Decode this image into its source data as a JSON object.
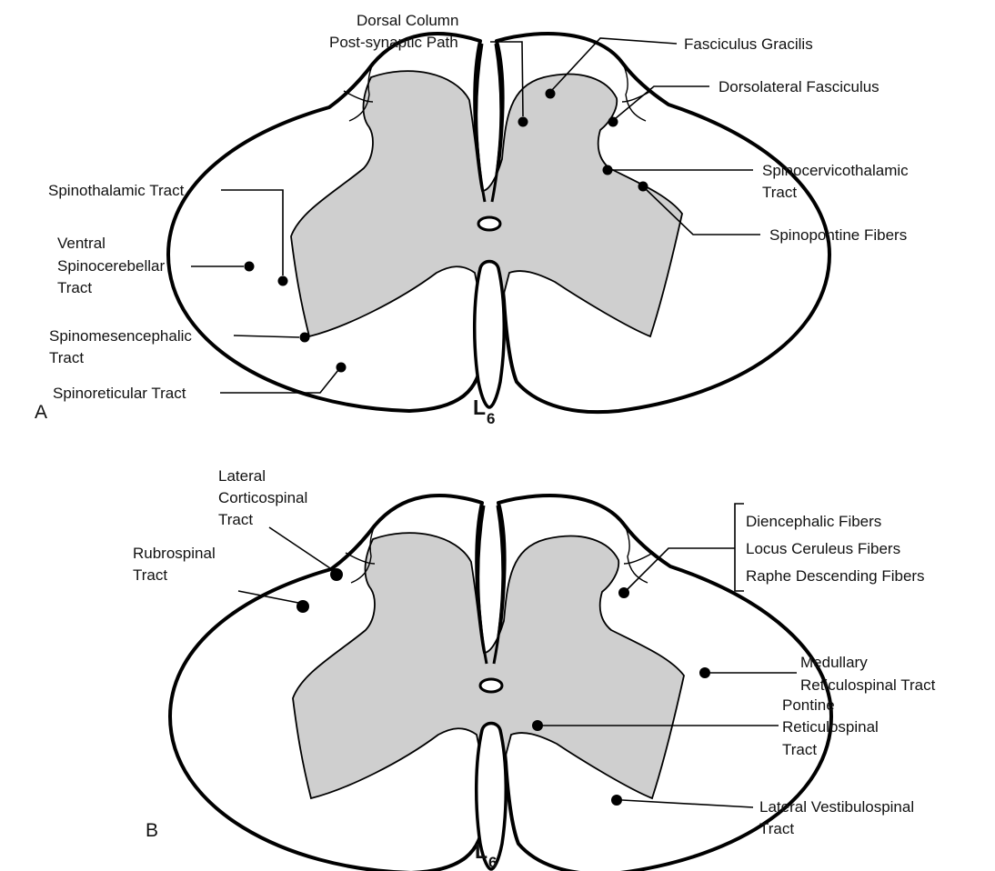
{
  "panel_a": {
    "letter": "A",
    "segment": {
      "main": "L",
      "sub": "6"
    },
    "labels": {
      "dorsal_column_1": "Dorsal Column",
      "dorsal_column_2": "Post-synaptic Path",
      "fasciculus_gracilis": "Fasciculus Gracilis",
      "dorsolateral_fasciculus": "Dorsolateral Fasciculus",
      "spinocervicothalamic_1": "Spinocervicothalamic",
      "spinocervicothalamic_2": "Tract",
      "spinopontine": "Spinopontine Fibers",
      "spinothalamic": "Spinothalamic Tract",
      "ventral_spinocerebellar_1": "Ventral",
      "ventral_spinocerebellar_2": "Spinocerebellar",
      "ventral_spinocerebellar_3": "Tract",
      "spinomesencephalic_1": "Spinomesencephalic",
      "spinomesencephalic_2": "Tract",
      "spinoreticular": "Spinoreticular Tract"
    }
  },
  "panel_b": {
    "letter": "B",
    "segment": {
      "main": "L",
      "sub": "6"
    },
    "labels": {
      "lateral_corticospinal_1": "Lateral",
      "lateral_corticospinal_2": "Corticospinal",
      "lateral_corticospinal_3": "Tract",
      "rubrospinal_1": "Rubrospinal",
      "rubrospinal_2": "Tract",
      "diencephalic": "Diencephalic Fibers",
      "locus_ceruleus": "Locus Ceruleus Fibers",
      "raphe": "Raphe Descending Fibers",
      "medullary_1": "Medullary",
      "medullary_2": "Reticulospinal Tract",
      "pontine_1": "Pontine",
      "pontine_2": "Reticulospinal",
      "pontine_3": "Tract",
      "lateral_vestibulospinal_1": "Lateral Vestibulospinal",
      "lateral_vestibulospinal_2": "Tract"
    }
  }
}
